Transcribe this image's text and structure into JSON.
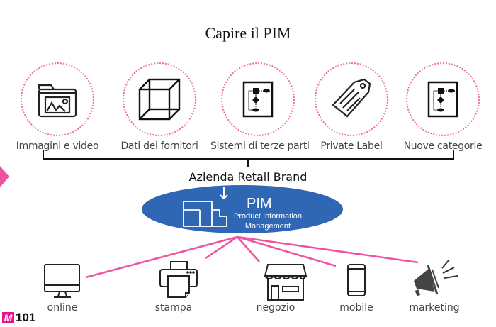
{
  "title": "Capire il PIM",
  "sources": [
    {
      "label": "Immagini e video",
      "icon": "folder-image-icon"
    },
    {
      "label": "Dati dei fornitori",
      "icon": "cube-icon"
    },
    {
      "label": "Sistemi di terze parti",
      "icon": "flowchart-icon"
    },
    {
      "label": "Private Label",
      "icon": "tag-icon"
    },
    {
      "label": "Nuove categorie",
      "icon": "flowchart-icon"
    }
  ],
  "company": "Azienda Retail Brand",
  "pim": {
    "title": "PIM",
    "subtitle_line1": "Product Information",
    "subtitle_line2": "Management"
  },
  "channels": [
    {
      "label": "online",
      "icon": "desktop-monitor-icon"
    },
    {
      "label": "stampa",
      "icon": "printer-icon"
    },
    {
      "label": "negozio",
      "icon": "store-icon"
    },
    {
      "label": "mobile",
      "icon": "smartphone-icon"
    },
    {
      "label": "marketing",
      "icon": "megaphone-icon"
    }
  ],
  "logo": {
    "mark": "M",
    "text": "101"
  },
  "colors": {
    "accent_pink": "#f0529f",
    "pim_blue": "#2f67b5",
    "dotted_circle": "#f06aa8"
  }
}
